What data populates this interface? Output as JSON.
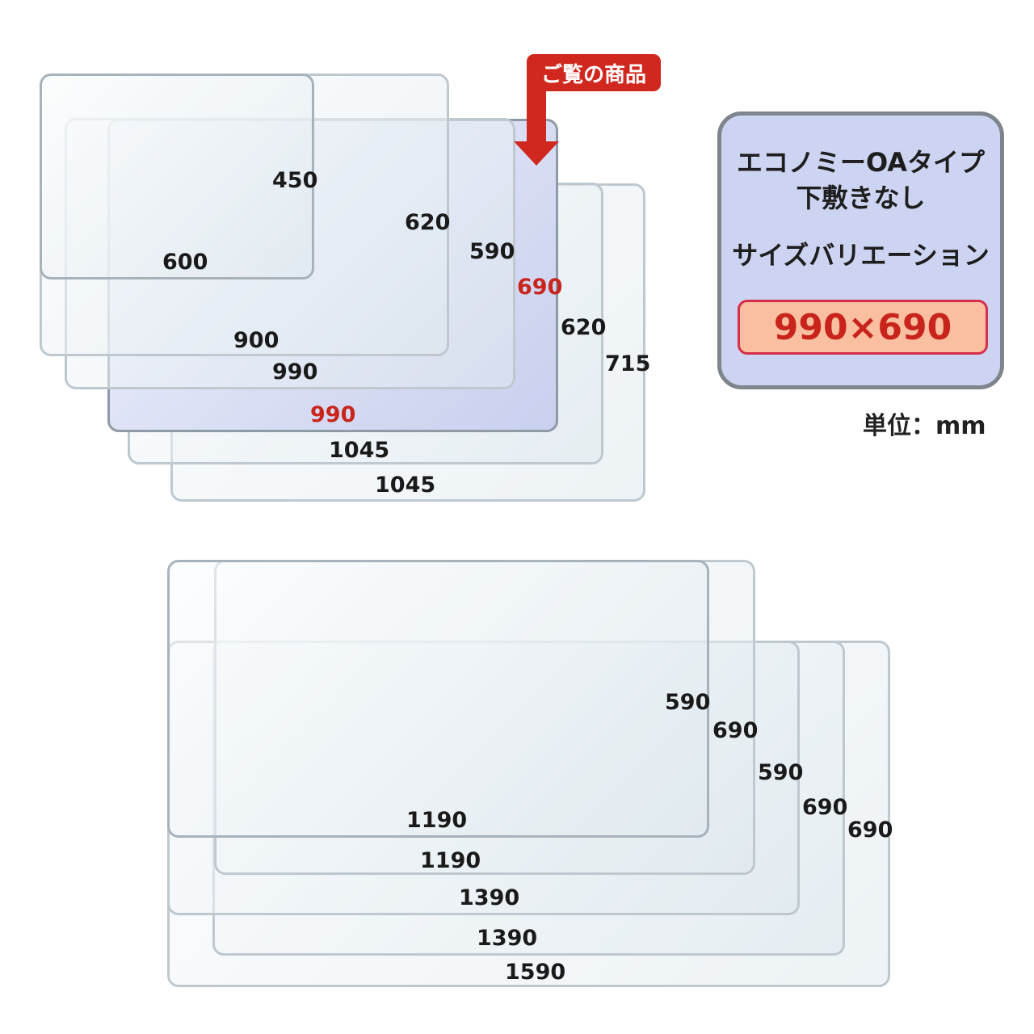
{
  "callout": {
    "label": "ご覧の商品"
  },
  "info_box": {
    "line1": "エコノミーOAタイプ",
    "line2": "下敷きなし",
    "line3": "サイズバリエーション",
    "selected_size": "990×690"
  },
  "unit": "単位：mm",
  "colors": {
    "highlight_red": "#c8241c",
    "selected_mat_fill": "#c9d0ee",
    "info_bg": "#cdd4f1",
    "badge_fill": "#f9bfa0"
  },
  "top_group": {
    "sizes": [
      {
        "width": "600",
        "depth": "450"
      },
      {
        "width": "900",
        "depth": "620"
      },
      {
        "width": "990",
        "depth": "590"
      },
      {
        "width": "990",
        "depth": "690",
        "selected": true
      },
      {
        "width": "1045",
        "depth": "620"
      },
      {
        "width": "1045",
        "depth": "715"
      }
    ]
  },
  "bottom_group": {
    "sizes": [
      {
        "width": "1190",
        "depth": "590"
      },
      {
        "width": "1190",
        "depth": "690"
      },
      {
        "width": "1390",
        "depth": "590"
      },
      {
        "width": "1390",
        "depth": "690"
      },
      {
        "width": "1590",
        "depth": "690"
      }
    ]
  }
}
